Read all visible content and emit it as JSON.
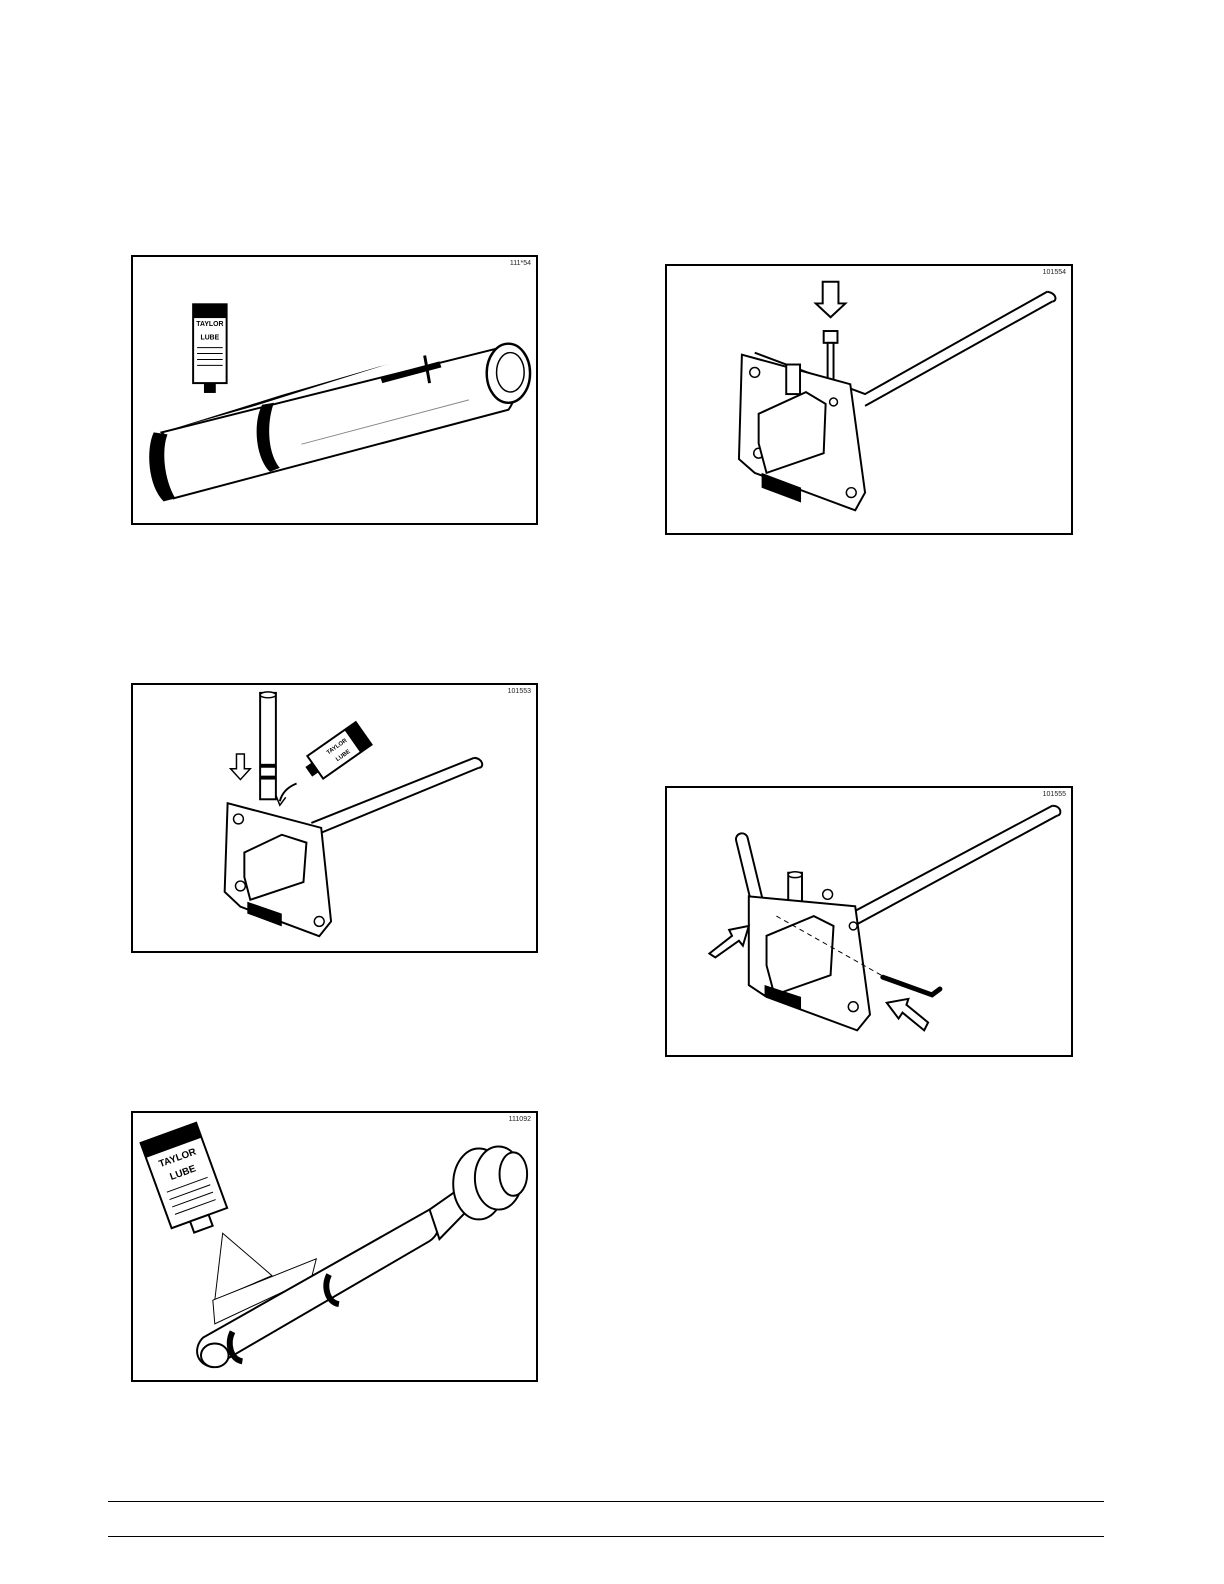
{
  "figures": [
    {
      "id": "111*54",
      "brand": "TAYLOR",
      "word": "LUBE"
    },
    {
      "id": "101554"
    },
    {
      "id": "101553",
      "brand": "TAYLOR",
      "word": "LUBE"
    },
    {
      "id": "101555"
    },
    {
      "id": "111092",
      "brand": "TAYLOR",
      "word": "LUBE"
    }
  ]
}
